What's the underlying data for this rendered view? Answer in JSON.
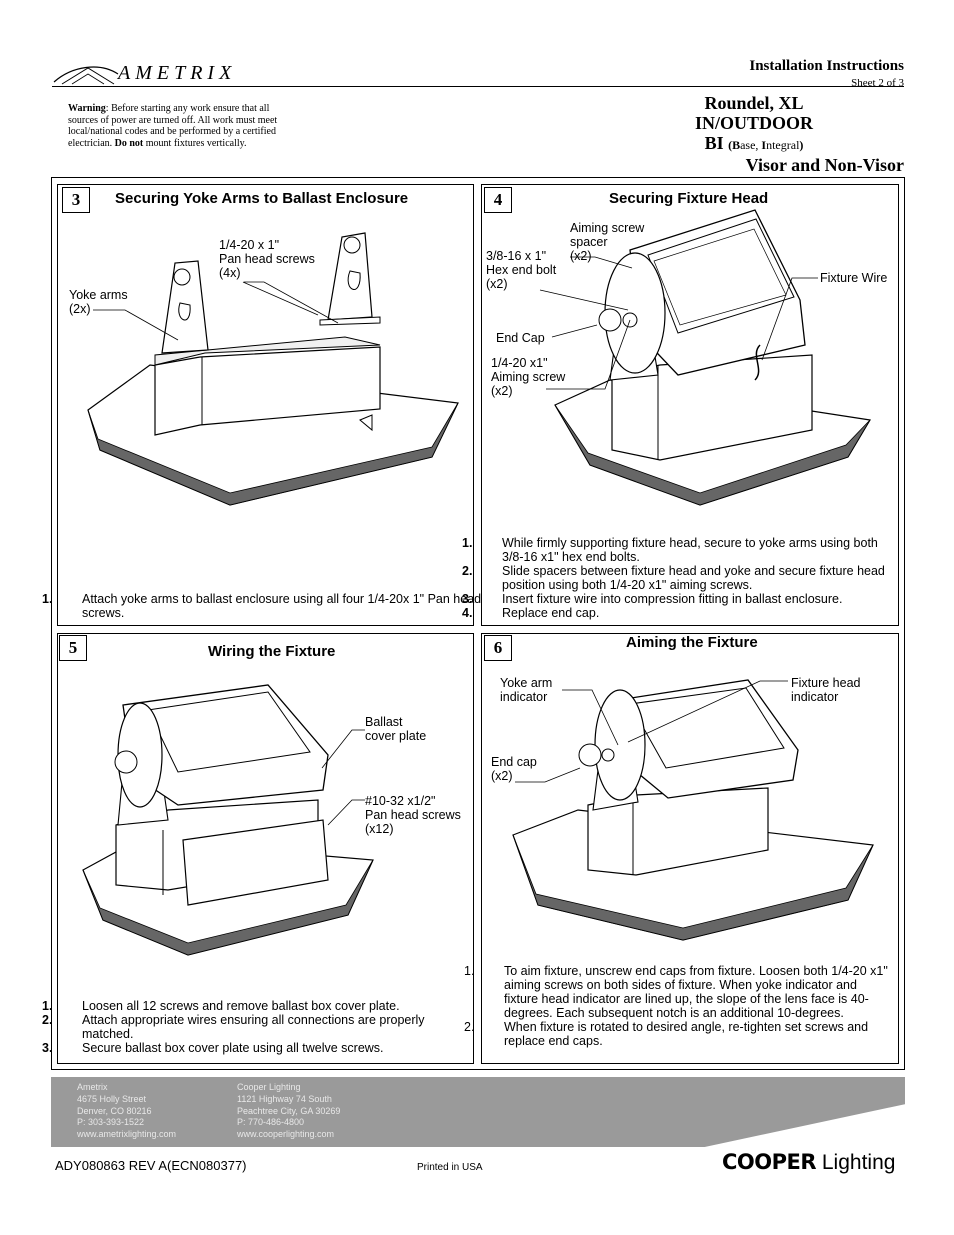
{
  "header": {
    "brand": "AMETRIX",
    "doc_type": "Installation Instructions",
    "sheet": "Sheet 2 of 3",
    "warning_label": "Warning",
    "warning_text": ":  Before starting any work ensure that all sources of power are turned off.  All work must meet local/national codes and be performed by a certified electrician.  ",
    "warning_bold": "Do not",
    "warning_tail": " mount fixtures vertically.",
    "product_line1": "Roundel, XL",
    "product_line2": "IN/OUTDOOR",
    "product_bi": "BI",
    "product_bi_paren_open": "(",
    "product_bi_B": "B",
    "product_bi_ase": "ase, ",
    "product_bi_I": "I",
    "product_bi_ntegral": "ntegral",
    "product_bi_paren_close": ")",
    "product_line4": "Visor and Non-Visor"
  },
  "panels": {
    "p3": {
      "number": "3",
      "title": "Securing Yoke Arms to Ballast Enclosure",
      "callouts": {
        "screws": [
          "1/4-20 x 1\"",
          "Pan head screws",
          "(4x)"
        ],
        "yoke": [
          "Yoke arms",
          "(2x)"
        ]
      },
      "steps": [
        {
          "n": "1.",
          "text": "Attach yoke arms to ballast enclosure using all four 1/4-20x 1\" Pan head screws."
        }
      ]
    },
    "p4": {
      "number": "4",
      "title": "Securing Fixture Head",
      "callouts": {
        "spacer": [
          "Aiming screw",
          "spacer",
          "(x2)"
        ],
        "bolt": [
          "3/8-16 x 1\"",
          "Hex end bolt",
          "(x2)"
        ],
        "wire": "Fixture Wire",
        "endcap": "End Cap",
        "aiming": [
          "1/4-20 x1\"",
          "Aiming screw",
          "(x2)"
        ]
      },
      "steps": [
        {
          "n": "1.",
          "text": "While firmly supporting fixture head, secure to yoke arms using both 3/8-16 x1\" hex end bolts."
        },
        {
          "n": "2.",
          "text": "Slide spacers between fixture head and yoke and secure fixture head position using both 1/4-20 x1\" aiming screws."
        },
        {
          "n": "3.",
          "text": "Insert fixture wire into compression fitting in ballast enclosure."
        },
        {
          "n": "4.",
          "text": "Replace end cap."
        }
      ]
    },
    "p5": {
      "number": "5",
      "title": "Wiring the Fixture",
      "callouts": {
        "cover": [
          "Ballast",
          "cover plate"
        ],
        "screws": [
          "#10-32 x1/2\"",
          "Pan head screws",
          "(x12)"
        ]
      },
      "steps": [
        {
          "n": "1.",
          "text": "Loosen all 12 screws and remove ballast box cover plate."
        },
        {
          "n": "2.",
          "text": "Attach appropriate wires ensuring all connections are properly matched."
        },
        {
          "n": "3.",
          "text": "Secure ballast box cover plate using all twelve screws."
        }
      ]
    },
    "p6": {
      "number": "6",
      "title": "Aiming the Fixture",
      "callouts": {
        "yoke": [
          "Yoke arm",
          "indicator"
        ],
        "head": [
          "Fixture head",
          "indicator"
        ],
        "endcap": [
          "End cap",
          "(x2)"
        ]
      },
      "steps": [
        {
          "n": "1.",
          "text": "To aim fixture, unscrew end caps from fixture.  Loosen both 1/4-20 x1\" aiming screws on both sides of fixture.  When yoke indicator and fixture head indicator are lined up, the slope of the lens face is 40-degrees.  Each subsequent notch is an additional 10-degrees."
        },
        {
          "n": "2.",
          "text": "When fixture is rotated to desired angle, re-tighten set screws and replace end caps."
        }
      ]
    }
  },
  "footer": {
    "ametrix": [
      "Ametrix",
      "4675 Holly Street",
      "Denver, CO 80216",
      "P: 303-393-1522",
      "www.ametrixlighting.com"
    ],
    "cooper": [
      "Cooper Lighting",
      "1121 Highway 74 South",
      "Peachtree City, GA 30269",
      "P: 770-486-4800",
      "www.cooperlighting.com"
    ],
    "doc_number": "ADY080863 REV A(ECN080377)",
    "printed": "Printed in USA",
    "logo_bold": "COOPER",
    "logo_light": " Lighting"
  }
}
